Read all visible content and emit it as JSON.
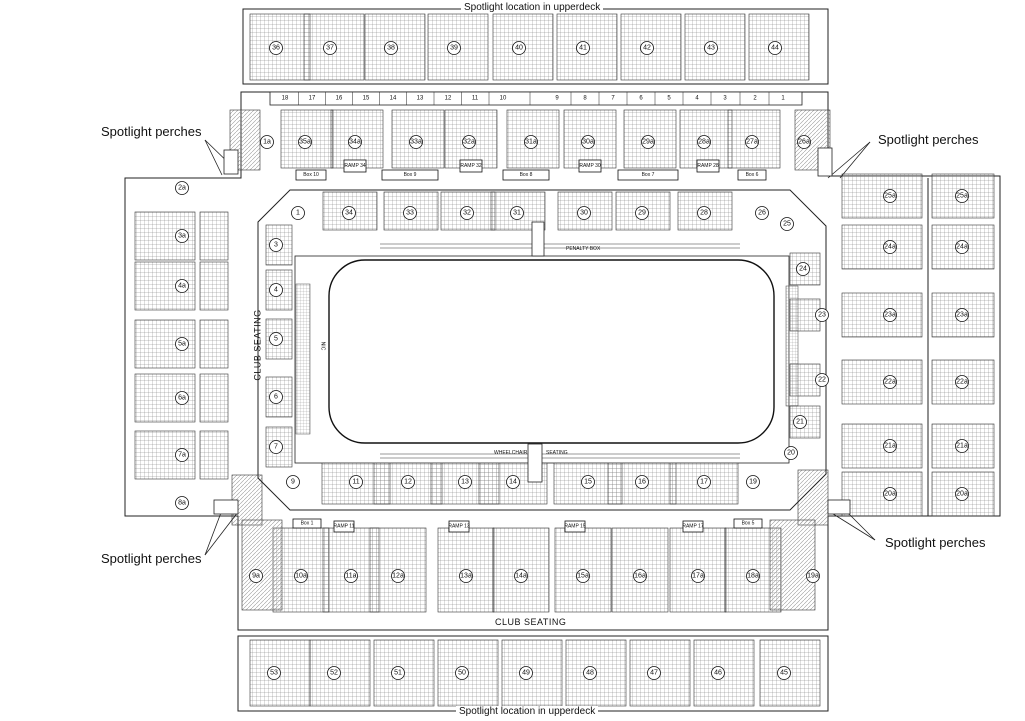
{
  "labels": {
    "upperdeck_top": "Spotlight location in upperdeck",
    "upperdeck_bottom": "Spotlight location in upperdeck",
    "perch_tl": "Spotlight perches",
    "perch_tr": "Spotlight perches",
    "perch_bl": "Spotlight perches",
    "perch_br": "Spotlight perches",
    "club_left": "CLUB SEATING",
    "club_bottom": "CLUB SEATING",
    "penalty_box": "PENALTY BOX",
    "wheelchair": "WHEELCHAIR",
    "seating": "SEATING",
    "nic": "NIC"
  },
  "column_numbers": [
    "18",
    "17",
    "16",
    "15",
    "14",
    "13",
    "12",
    "11",
    "10",
    "9",
    "8",
    "7",
    "6",
    "5",
    "4",
    "3",
    "2",
    "1"
  ],
  "upper_top_sections": [
    "36",
    "37",
    "38",
    "39",
    "40",
    "41",
    "42",
    "43",
    "44"
  ],
  "upper_bottom_sections": [
    "53",
    "52",
    "51",
    "50",
    "49",
    "48",
    "47",
    "46",
    "45"
  ],
  "top_a_sections": [
    "1a",
    "35a",
    "34a",
    "33a",
    "32a",
    "31a",
    "30a",
    "29a",
    "28a",
    "27a",
    "26a"
  ],
  "top_main_sections": [
    "1",
    "34",
    "33",
    "32",
    "31",
    "30",
    "29",
    "28",
    "26",
    "25"
  ],
  "left_inner_sections": [
    "3",
    "4",
    "5",
    "6",
    "7"
  ],
  "left_outer_sections": [
    "2a",
    "3a",
    "4a",
    "5a",
    "6a",
    "7a",
    "8a"
  ],
  "bottom_main_sections": [
    "9",
    "11",
    "12",
    "13",
    "14",
    "15",
    "16",
    "17",
    "19",
    "20"
  ],
  "bottom_a_sections": [
    "9a",
    "10a",
    "11a",
    "12a",
    "13a",
    "14a",
    "15a",
    "16a",
    "17a",
    "18a",
    "19a"
  ],
  "right_inner_sections": [
    "24",
    "23",
    "22",
    "21"
  ],
  "right_a_sections": [
    "25a",
    "24a",
    "23a",
    "22a",
    "21a",
    "20a"
  ],
  "top_boxes": [
    "Box 10",
    "Box 9",
    "Box 8",
    "Box 7",
    "Box 6"
  ],
  "top_ramps": [
    "RAMP 34",
    "RAMP 32",
    "RAMP 30",
    "RAMP 28"
  ],
  "bottom_boxes": [
    "Box 1",
    "Box 5"
  ],
  "bottom_ramps": [
    "RAMP 11",
    "RAMP 13",
    "RAMP 15",
    "RAMP 17"
  ]
}
